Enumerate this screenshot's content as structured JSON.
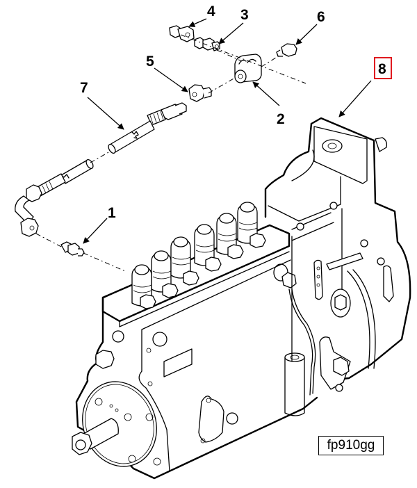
{
  "figure": {
    "id_label": "fp910gg",
    "description": "Fuel injection pump exploded view with fuel line fittings",
    "highlight_color": "#e0191f",
    "highlighted_callout": "8"
  },
  "callouts": [
    {
      "number": "1",
      "part": "fitting"
    },
    {
      "number": "2",
      "part": "banjo connector"
    },
    {
      "number": "3",
      "part": "banjo bolt"
    },
    {
      "number": "4",
      "part": "adapter fitting"
    },
    {
      "number": "5",
      "part": "nut"
    },
    {
      "number": "6",
      "part": "plug"
    },
    {
      "number": "7",
      "part": "fuel line"
    },
    {
      "number": "8",
      "part": "injection pump"
    }
  ]
}
